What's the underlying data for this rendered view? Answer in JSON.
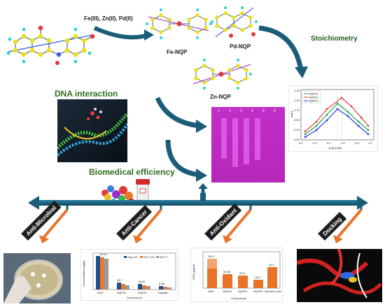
{
  "reaction": {
    "metals": "Fe(III), Zn(II), Pd(II)"
  },
  "complexes": {
    "fe": "Fe-NQP",
    "pd": "Pd-NQP",
    "zn": "Zn-NQP"
  },
  "sections": {
    "stoichiometry": "Stoichiometry",
    "dna": "DNA interaction",
    "biomedical": "Biomedical efficiency"
  },
  "timeline": {
    "items": [
      "Anti-Microbial",
      "Anti-Cancer",
      "Anti-Oxidant",
      "Docking"
    ],
    "colors": {
      "arrow": "#1b5d78",
      "pointer": "#e8742a"
    }
  },
  "gel": {
    "lanes": [
      "1",
      "2",
      "3",
      "4",
      "5",
      "6"
    ],
    "color": "#b527b8"
  },
  "stoich_chart": {
    "ylabel": "ΔAbs",
    "xlabel": "[L]/[L]+[M]",
    "legend": [
      "NQPFe",
      "NQPZn",
      "NQPPd"
    ],
    "x_ticks": [
      "0.0",
      "0.2",
      "0.4",
      "0.6",
      "0.8",
      "1.0"
    ],
    "y_ticks": [
      "0.00",
      "0.25",
      "0.50",
      "0.75",
      "1.00",
      "1.25"
    ]
  },
  "anticancer_chart": {
    "ylabel": "Concentration (μg/μl)",
    "xlabel": "Compounds",
    "legend": [
      "Hep-G2",
      "HCT-116",
      "MCF-7"
    ],
    "categories": [
      "NQP",
      "NQPZn",
      "NQPFe",
      "Cisplatin"
    ],
    "labels": [
      "90.41",
      "86.58",
      "16.7",
      "14.69",
      "6.88"
    ]
  },
  "antioxidant_chart": {
    "ylabel": "IC50 (µg/ml)",
    "xlabel": "Compounds",
    "categories": [
      "NQP",
      "NQPZn",
      "NQPFe",
      "NQPPd",
      "Ascorbic acid"
    ],
    "labels": [
      "65.2",
      "33.08",
      "29.6",
      "18.3",
      "46.7"
    ]
  },
  "colors": {
    "green": "#2f6e1e",
    "arrow_dark": "#1b5d78",
    "accent": "#e8742a"
  }
}
